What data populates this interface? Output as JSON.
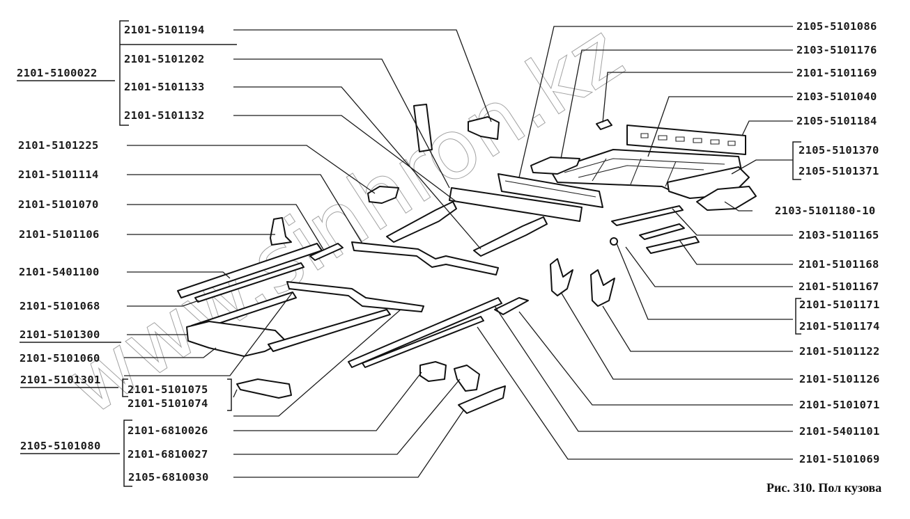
{
  "figure": {
    "caption": "Рис. 310. Пол кузова",
    "watermark": "www.sinhron.kz"
  },
  "left_labels": [
    {
      "id": "2101-5101194",
      "text": "2101-5101194",
      "group": "2101-5100022"
    },
    {
      "id": "2101-5101202",
      "text": "2101-5101202",
      "group": "2101-5100022"
    },
    {
      "id": "2101-5101133",
      "text": "2101-5101133",
      "group": "2101-5100022"
    },
    {
      "id": "2101-5101132",
      "text": "2101-5101132",
      "group": "2101-5100022"
    },
    {
      "id": "2101-5101225",
      "text": "2101-5101225"
    },
    {
      "id": "2101-5101114",
      "text": "2101-5101114"
    },
    {
      "id": "2101-5101070",
      "text": "2101-5101070"
    },
    {
      "id": "2101-5101106",
      "text": "2101-5101106"
    },
    {
      "id": "2101-5401100",
      "text": "2101-5401100"
    },
    {
      "id": "2101-5101068",
      "text": "2101-5101068"
    },
    {
      "id": "2101-5101300",
      "text": "2101-5101300",
      "underlined": true
    },
    {
      "id": "2101-5101060",
      "text": "2101-5101060"
    },
    {
      "id": "2101-5101301",
      "text": "2101-5101301",
      "underlined": true
    },
    {
      "id": "2101-5101075",
      "text": "2101-5101075"
    },
    {
      "id": "2101-5101074",
      "text": "2101-5101074"
    },
    {
      "id": "2101-6810026",
      "text": "2101-6810026",
      "group": "2105-5101080"
    },
    {
      "id": "2101-6810027",
      "text": "2101-6810027",
      "group": "2105-5101080"
    },
    {
      "id": "2105-6810030",
      "text": "2105-6810030",
      "group": "2105-5101080"
    }
  ],
  "assembly_labels": [
    {
      "id": "2101-5100022",
      "text": "2101-5100022",
      "underlined": true
    },
    {
      "id": "2105-5101080",
      "text": "2105-5101080",
      "underlined": true
    }
  ],
  "right_labels": [
    {
      "id": "2105-5101086",
      "text": "2105-5101086"
    },
    {
      "id": "2103-5101176",
      "text": "2103-5101176"
    },
    {
      "id": "2101-5101169",
      "text": "2101-5101169"
    },
    {
      "id": "2103-5101040",
      "text": "2103-5101040"
    },
    {
      "id": "2105-5101184",
      "text": "2105-5101184"
    },
    {
      "id": "2105-5101370",
      "text": "2105-5101370"
    },
    {
      "id": "2105-5101371",
      "text": "2105-5101371"
    },
    {
      "id": "2103-5101180-10",
      "text": "2103-5101180-10"
    },
    {
      "id": "2103-5101165",
      "text": "2103-5101165"
    },
    {
      "id": "2101-5101168",
      "text": "2101-5101168"
    },
    {
      "id": "2101-5101167",
      "text": "2101-5101167"
    },
    {
      "id": "2101-5101171",
      "text": "2101-5101171"
    },
    {
      "id": "2101-5101174",
      "text": "2101-5101174"
    },
    {
      "id": "2101-5101122",
      "text": "2101-5101122"
    },
    {
      "id": "2101-5101126",
      "text": "2101-5101126"
    },
    {
      "id": "2101-5101071",
      "text": "2101-5101071"
    },
    {
      "id": "2101-5401101",
      "text": "2101-5401101"
    },
    {
      "id": "2101-5101069",
      "text": "2101-5101069"
    }
  ]
}
